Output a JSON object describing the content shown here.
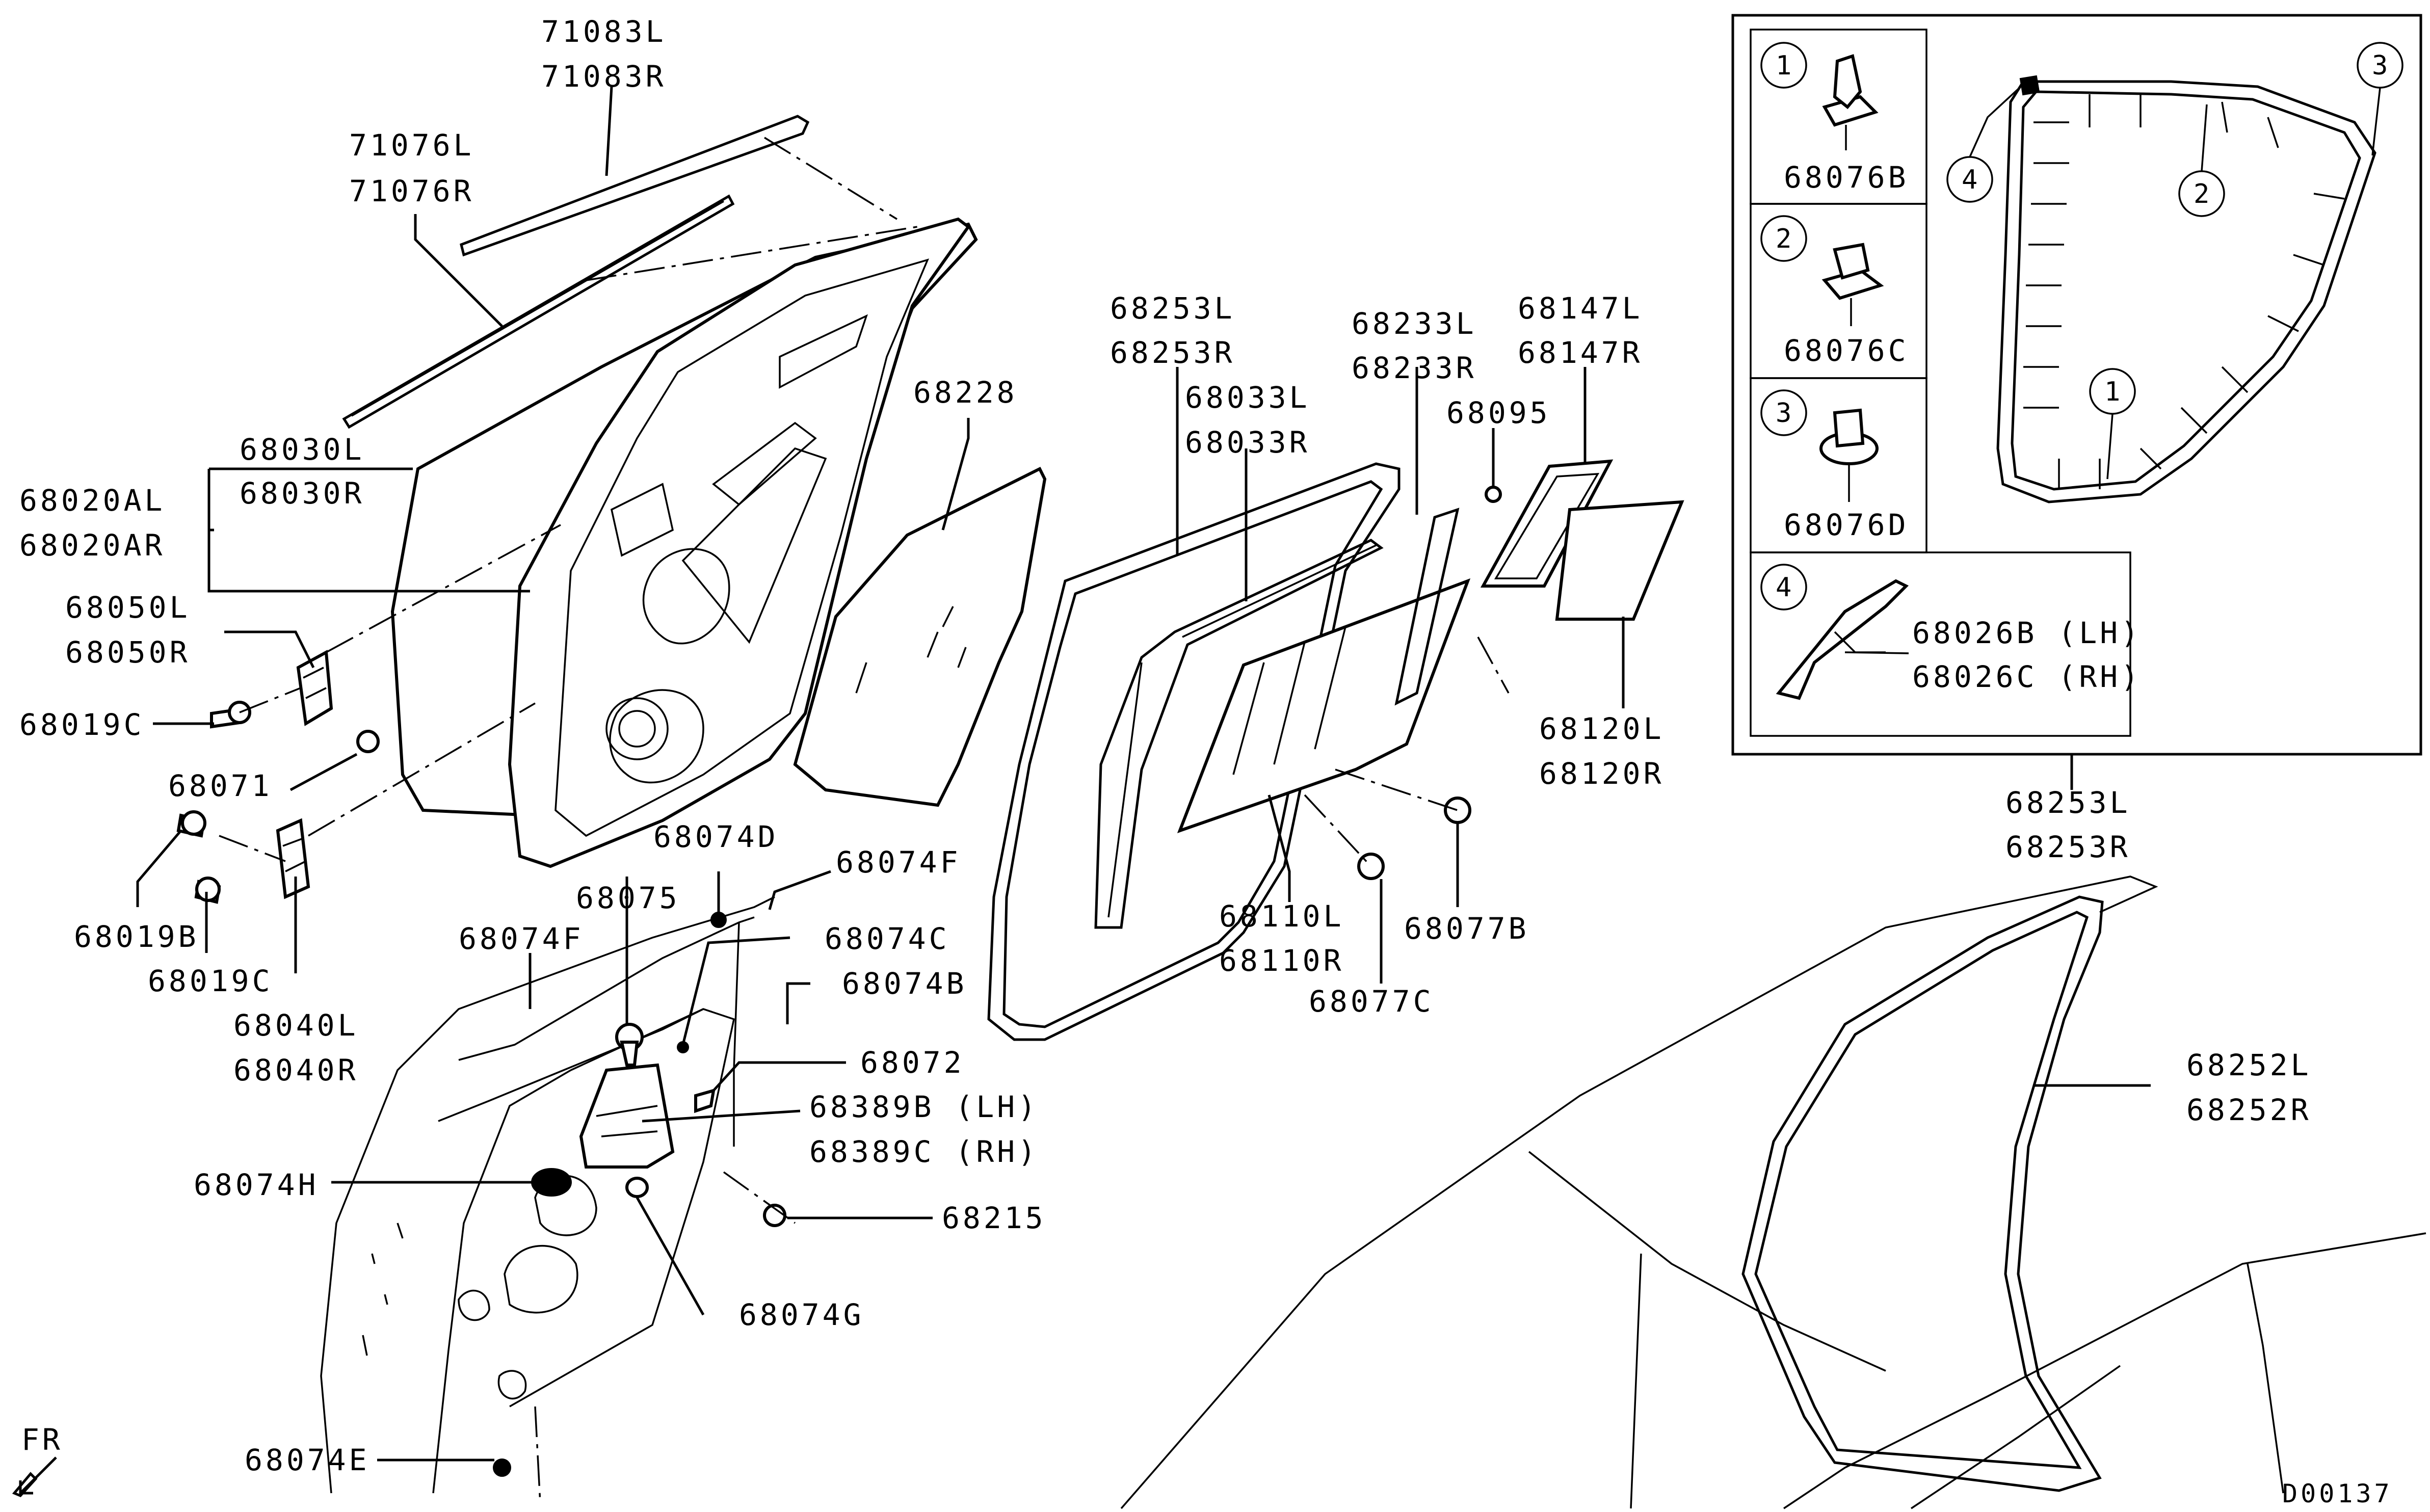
{
  "labels": {
    "p71083L": "71083L",
    "p71083R": "71083R",
    "p71076L": "71076L",
    "p71076R": "71076R",
    "p68030L": "68030L",
    "p68030R": "68030R",
    "p68020AL": "68020AL",
    "p68020AR": "68020AR",
    "p68050L": "68050L",
    "p68050R": "68050R",
    "p68019C": "68019C",
    "p68071": "68071",
    "p68019B": "68019B",
    "p68019C_b": "68019C",
    "p68040L": "68040L",
    "p68040R": "68040R",
    "p68228": "68228",
    "p68074D": "68074D",
    "p68074F": "68074F",
    "p68075": "68075",
    "p68074F_b": "68074F",
    "p68074C": "68074C",
    "p68074B": "68074B",
    "p68072": "68072",
    "p68389B": "68389B (LH)",
    "p68389C": "68389C (RH)",
    "p68074H": "68074H",
    "p68215": "68215",
    "p68074G": "68074G",
    "p68074E": "68074E",
    "p68253L": "68253L",
    "p68253R": "68253R",
    "p68033L": "68033L",
    "p68033R": "68033R",
    "p68233L": "68233L",
    "p68233R": "68233R",
    "p68095": "68095",
    "p68147L": "68147L",
    "p68147R": "68147R",
    "p68120L": "68120L",
    "p68120R": "68120R",
    "p68110L": "68110L",
    "p68110R": "68110R",
    "p68077B": "68077B",
    "p68077C": "68077C",
    "p68253L_b": "68253L",
    "p68253R_b": "68253R",
    "p68252L": "68252L",
    "p68252R": "68252R",
    "fr": "FR",
    "code": "D00137"
  },
  "inset": {
    "clip1_num": "1",
    "clip1_part": "68076B",
    "clip2_num": "2",
    "clip2_part": "68076C",
    "clip3_num": "3",
    "clip3_part": "68076D",
    "clip4_num": "4",
    "clip4_part_lh": "68026B (LH)",
    "clip4_part_rh": "68026C (RH)",
    "callout_1": "1",
    "callout_2": "2",
    "callout_3": "3",
    "callout_4": "4"
  }
}
